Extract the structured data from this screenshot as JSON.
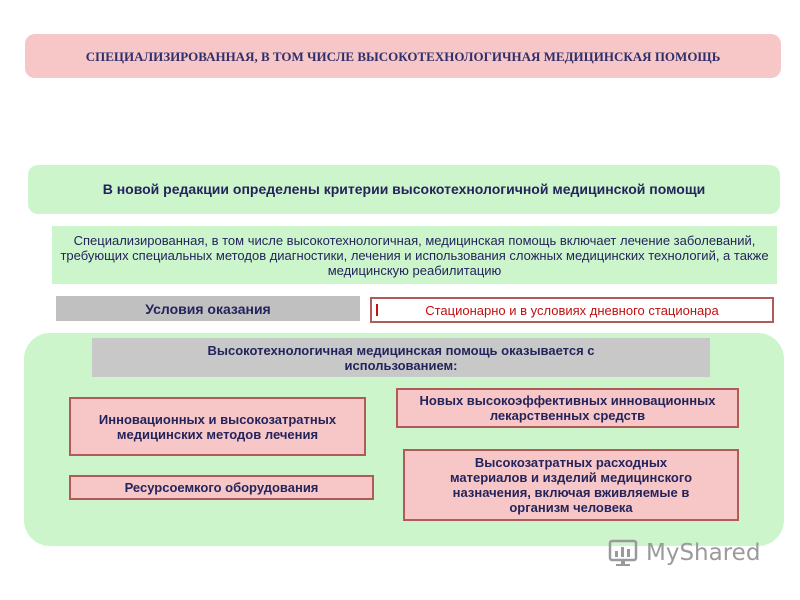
{
  "title": "СПЕЦИАЛИЗИРОВАННАЯ, В ТОМ ЧИСЛЕ ВЫСОКОТЕХНОЛОГИЧНАЯ МЕДИЦИНСКАЯ ПОМОЩЬ",
  "criteria": "В новой редакции определены критерии высокотехнологичной медицинской помощи",
  "description": "Специализированная, в том числе высокотехнологичная,  медицинская помощь включает лечение заболеваний, требующих специальных методов диагностики, лечения и использования сложных медицинских технологий, а также медицинскую реабилитацию",
  "conditions": {
    "label": "Условия оказания",
    "value": "Стационарно и в условиях дневного стационара"
  },
  "usage": {
    "heading": "Высокотехнологичная медицинская помощь оказывается с использованием:",
    "items": [
      "Инновационных и высокозатратных медицинских методов лечения",
      "Новых высокоэффективных инновационных лекарственных средств",
      "Ресурсоемкого оборудования",
      "Высокозатратных расходных материалов и изделий медицинского назначения, включая вживляемые в организм человека"
    ]
  },
  "watermark": {
    "text": "MyShared",
    "icon": "myshared-logo-icon"
  },
  "colors": {
    "pink": "#f7c6c6",
    "green": "#ccf5cc",
    "gray": "#c8c8c8",
    "border": "#b05a5a",
    "text": "#24245c",
    "red_text": "#c01010"
  }
}
